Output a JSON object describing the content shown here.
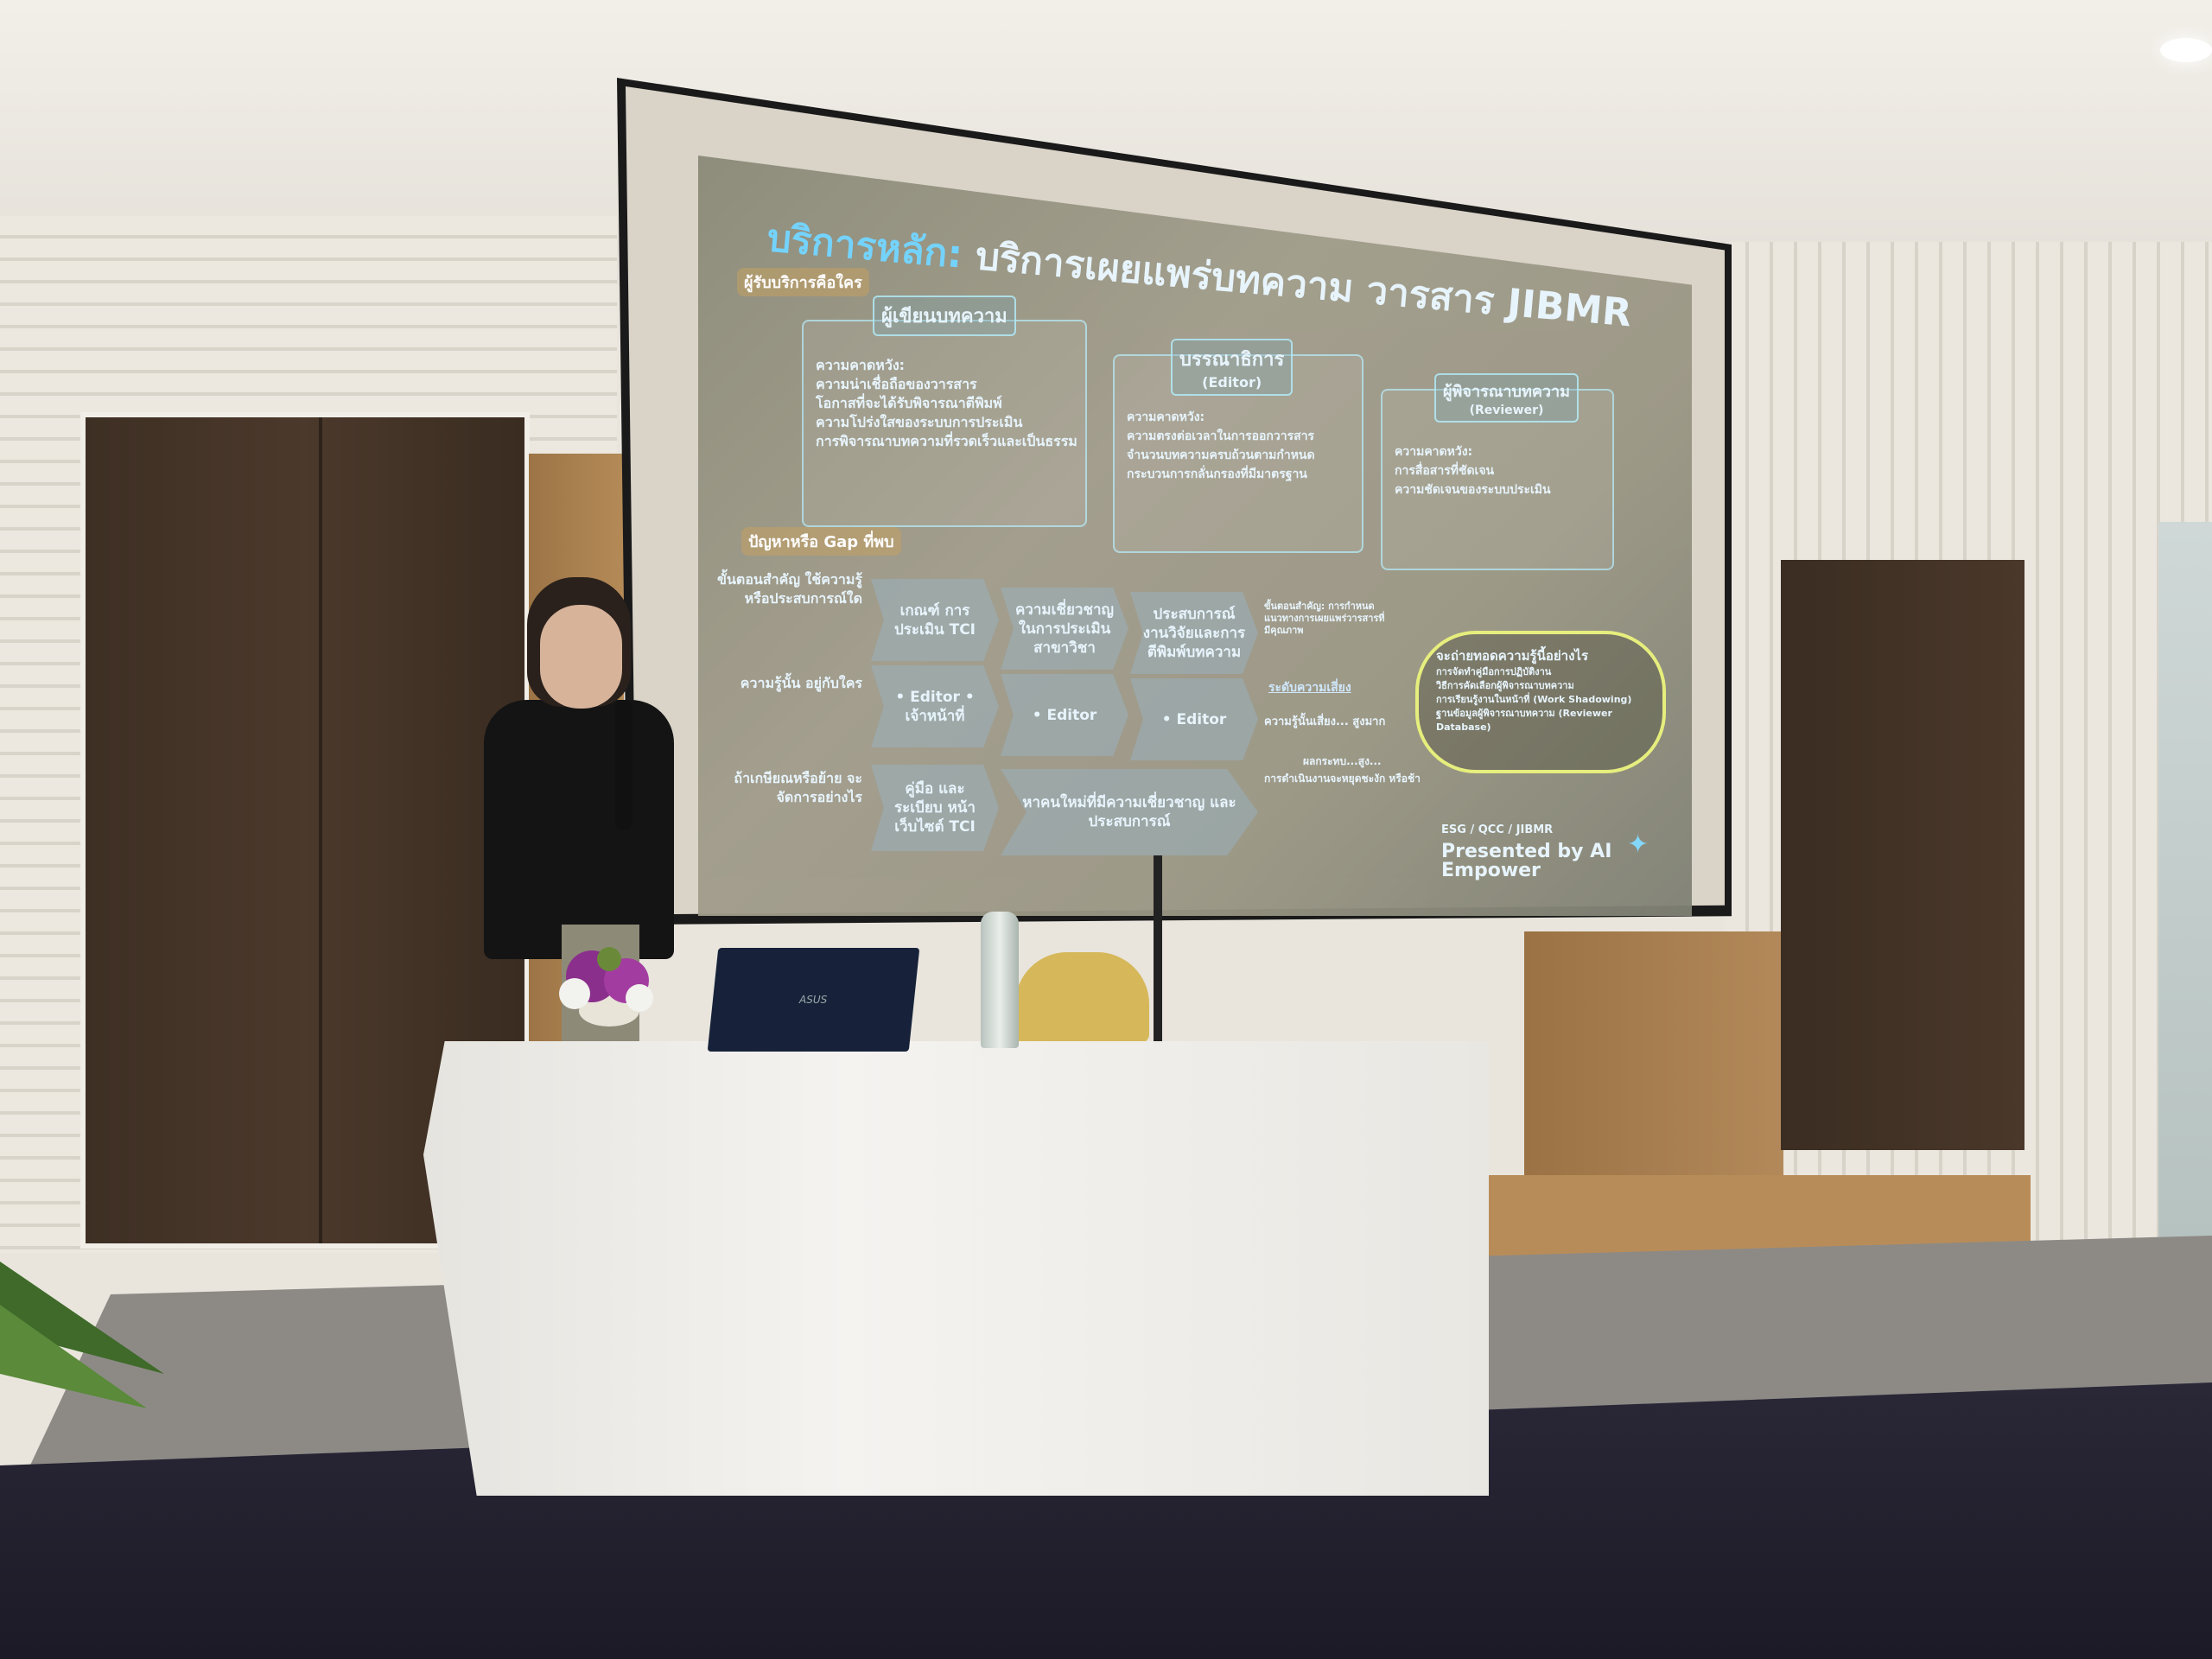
{
  "slide": {
    "title_highlight": "บริการหลัก:",
    "title_rest": "บริการเผยแพร่บทความ วารสาร JIBMR",
    "tag_who": "ผู้รับบริการคือใคร",
    "tag_gap": "ปัญหาหรือ Gap ที่พบ",
    "cards": [
      {
        "head": "ผู้เขียนบทความ",
        "sub": "",
        "label": "ความคาดหวัง:",
        "items": [
          "ความน่าเชื่อถือของวารสาร",
          "โอกาสที่จะได้รับพิจารณาตีพิมพ์",
          "ความโปร่งใสของระบบการประเมิน",
          "การพิจารณาบทความที่รวดเร็วและเป็นธรรม"
        ]
      },
      {
        "head": "บรรณาธิการ",
        "sub": "(Editor)",
        "label": "ความคาดหวัง:",
        "items": [
          "ความตรงต่อเวลาในการออกวารสาร",
          "จำนวนบทความครบถ้วนตามกำหนด",
          "กระบวนการกลั่นกรองที่มีมาตรฐาน"
        ]
      },
      {
        "head": "ผู้พิจารณาบทความ",
        "sub": "(Reviewer)",
        "label": "ความคาดหวัง:",
        "items": [
          "การสื่อสารที่ชัดเจน",
          "ความชัดเจนของระบบประเมิน"
        ]
      }
    ],
    "row_labels": [
      "ขั้นตอนสำคัญ ใช้ความรู้หรือประสบการณ์ใด",
      "ความรู้นั้น อยู่กับใคร",
      "ถ้าเกษียณหรือย้าย จะจัดการอย่างไร"
    ],
    "steps": [
      "เกณฑ์ การประเมิน TCI",
      "ความเชี่ยวชาญ ในการประเมิน สาขาวิชา",
      "ประสบการณ์ งานวิจัยและการ ตีพิมพ์บทความ"
    ],
    "holders": [
      "• Editor • เจ้าหน้าที่",
      "• Editor",
      "• Editor"
    ],
    "fixes": [
      "คู่มือ และระเบียบ หน้าเว็บไซต์ TCI",
      "หาคนใหม่ที่มีความเชี่ยวชาญ และประสบการณ์"
    ],
    "key_step": "ขั้นตอนสำคัญ: การกำหนดแนวทางการเผยแพร่วารสารที่มีคุณภาพ",
    "risk_title": "ระดับความเสี่ยง",
    "risk_level": "ความรู้นั้นเสี่ยง... สูงมาก",
    "risk_impact": "ผลกระทบ...สูง...",
    "risk_note": "การดำเนินงานจะหยุดชะงัก หรือช้า",
    "transfer_title": "จะถ่ายทอดความรู้นี้อย่างไร",
    "transfer_items": [
      "การจัดทำคู่มือการปฏิบัติงาน",
      "วิธีการคัดเลือกผู้พิจารณาบทความ",
      "การเรียนรู้งานในหน้าที่ (Work Shadowing)",
      "ฐานข้อมูลผู้พิจารณาบทความ (Reviewer Database)"
    ],
    "footer_tags": "ESG / QCC / JIBMR",
    "footer_credit": "Presented by AI Empower"
  },
  "laptop_brand": "ASUS",
  "colors": {
    "title_highlight": "#6fd3ff",
    "oval_border": "#e7f07a",
    "wall": "#e9e5dd",
    "panel": "#3e2f24"
  }
}
